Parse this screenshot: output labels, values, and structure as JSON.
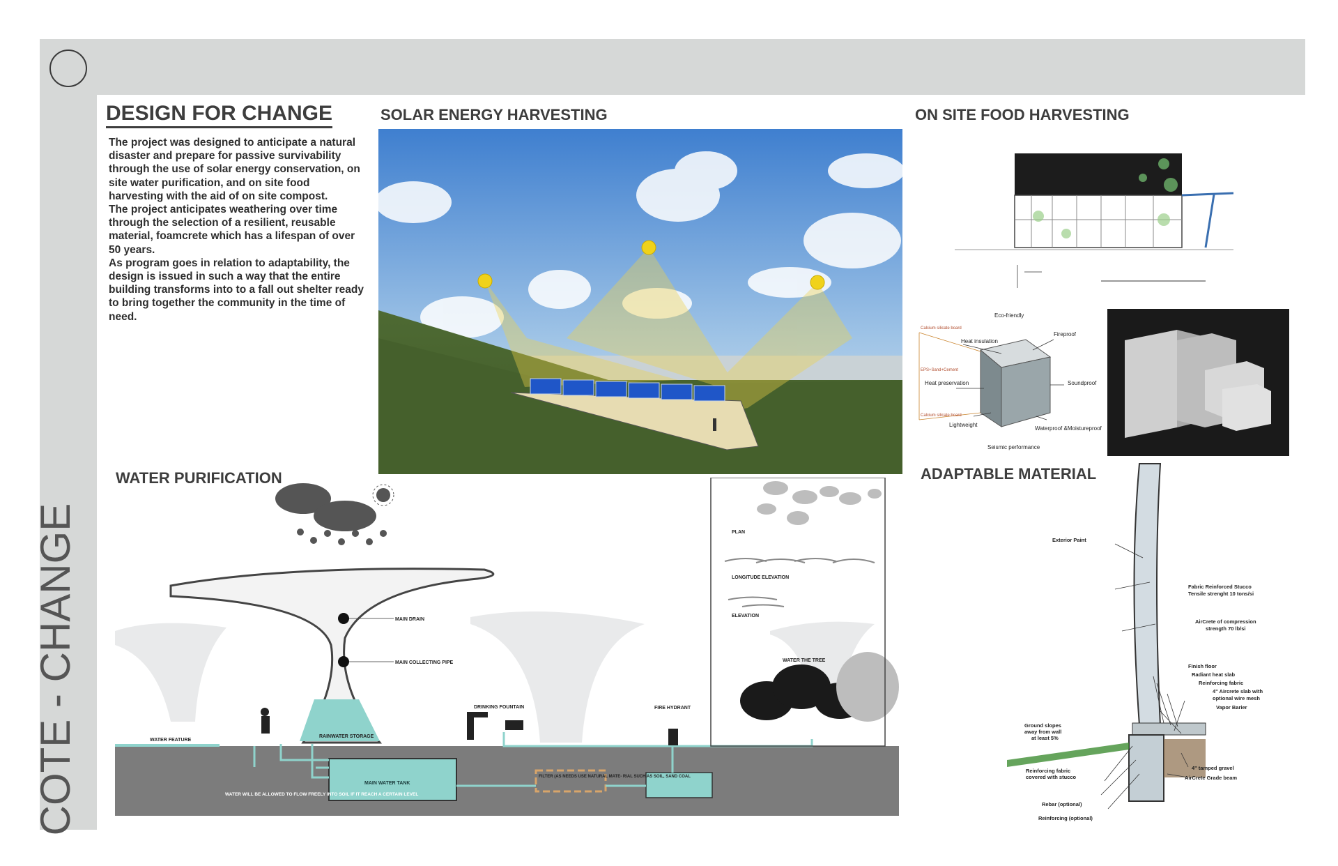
{
  "sidebar": {
    "vertical_title": "COTE - CHANGE"
  },
  "design": {
    "title": "DESIGN FOR CHANGE",
    "paragraphs": [
      "The project was designed to anticipate a natural disaster and prepare for passive survivability through the use of solar energy conservation, on site water purification, and on site food harvesting with the aid of on site compost.",
      "The project anticipates weathering over time through the selection of a resilient, reusable material, foamcrete which has a lifespan of over 50 years.",
      "As program goes in relation to adaptability, the design is issued in such a way that the entire building transforms into to a fall out shelter ready to bring together the community in the time of need."
    ]
  },
  "solar": {
    "title": "SOLAR ENERGY HARVESTING"
  },
  "food": {
    "title": "ON SITE FOOD HARVESTING",
    "material_diagram": {
      "top": "Eco-friendly",
      "heat_insulation": "Heat insulation",
      "fireproof": "Fireproof",
      "heat_preservation": "Heat preservation",
      "soundproof": "Soundproof",
      "lightweight": "Lightweight",
      "waterproof": "Waterproof &Moistureproof",
      "seismic": "Seismic performance",
      "left1": "Calcium silicate board",
      "left2": "EPS+Sand+Cement",
      "left3": "Calcium silicate board"
    }
  },
  "water": {
    "title": "WATER PURIFICATION",
    "labels": {
      "main_drain": "MAIN DRAIN",
      "main_collecting_pipe": "MAIN COLLECTING PIPE",
      "drinking_fountain": "DRINKING FOUNTAIN",
      "fire_hydrant": "FIRE HYDRANT",
      "water_feature": "WATER FEATURE",
      "rainwater_storage": "RAINWATER STORAGE",
      "main_water_tank": "MAIN WATER TANK",
      "filter": "FILTER (AS NEEDS USE NATURAL MATE- RIAL SUCH AS SOIL, SAND COAL",
      "soil_note": "WATER WILL BE ALLOWED TO FLOW FREELY INTO SOIL IF IT REACH A CERTAIN LEVEL",
      "water_the_tree": "WATER THE TREE",
      "plan": "PLAN",
      "longitude_elevation": "LONGITUDE ELEVATION",
      "elevation": "ELEVATION"
    }
  },
  "adaptable": {
    "title": "ADAPTABLE MATERIAL",
    "labels": {
      "exterior_paint": "Exterior Paint",
      "fabric1": "Fabric Reinforced Stucco",
      "fabric2": "Tensile strenght 10 tons/si",
      "aircrete1": "AirCrete of compression",
      "aircrete2": "strength 70 lb/si",
      "finish_floor": "Finish floor",
      "radiant": "Radiant heat slab",
      "reinforcing": "Reinforcing fabric",
      "slab1": "4\" Aircrete slab with",
      "slab2": "optional wire mesh",
      "vapor": "Vapor Barier",
      "ground1": "Ground slopes",
      "ground2": "away from wall",
      "ground3": "at least 5%",
      "reinf_cov1": "Reinforcing fabric",
      "reinf_cov2": "covered with stucco",
      "gravel": "4\" tamped gravel",
      "grade_beam": "AirCrete Grade beam",
      "rebar": "Rebar (optional)",
      "reinf_opt": "Reinforcing (optional)"
    }
  }
}
